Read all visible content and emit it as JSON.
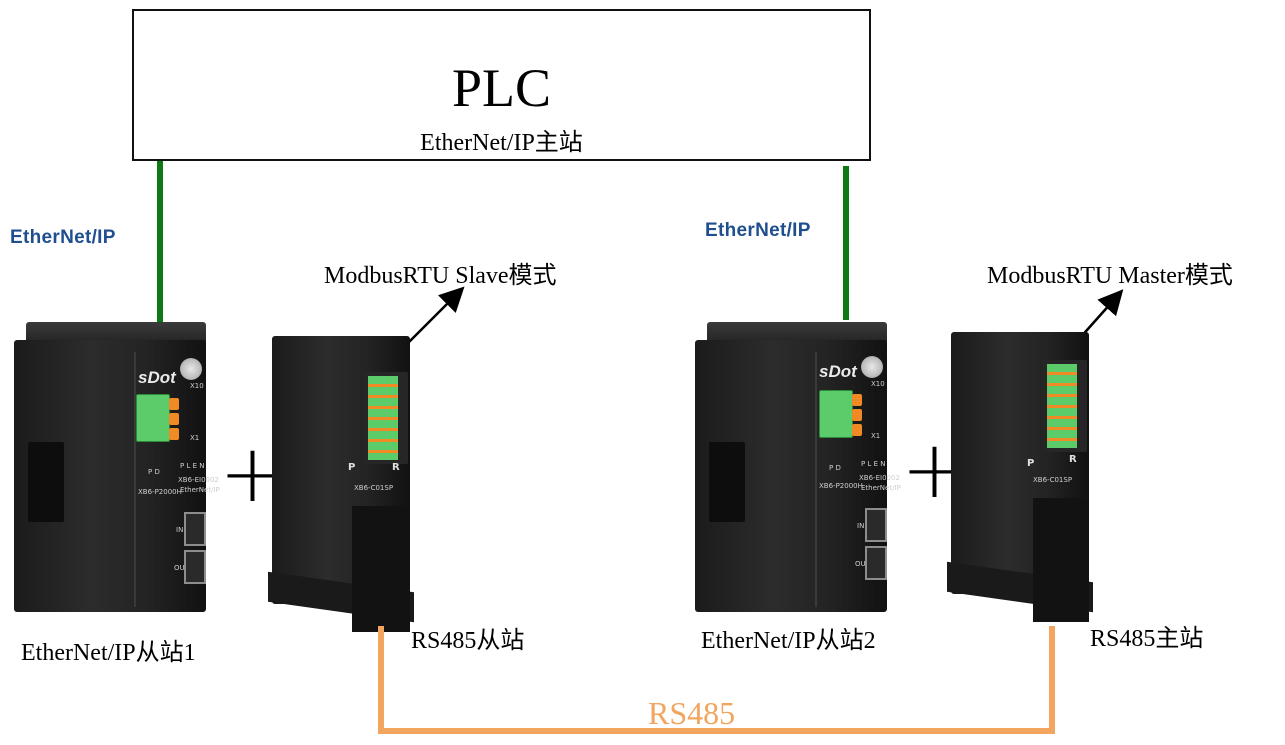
{
  "plc": {
    "title": "PLC",
    "subtitle": "EtherNet/IP主站"
  },
  "logos": {
    "ethernetip_left": "EtherNet/IP",
    "ethernetip_right": "EtherNet/IP"
  },
  "left_group": {
    "mode_label": "ModbusRTU Slave模式",
    "coupler_caption": "EtherNet/IP从站1",
    "module_caption": "RS485从站",
    "coupler": {
      "brand": "sDot",
      "model_power": "XB6-P2000H",
      "model_main": "XB6-EI0002",
      "protocol": "EtherNet/IP",
      "port_in": "IN",
      "port_out": "OUT",
      "led_labels": "P  D",
      "led_labels_main": "P L E N",
      "dial_x10": "X10",
      "dial_x1": "X1"
    },
    "module": {
      "model": "XB6-C01SP",
      "led_p": "P",
      "led_r": "R"
    }
  },
  "right_group": {
    "mode_label": "ModbusRTU Master模式",
    "coupler_caption": "EtherNet/IP从站2",
    "module_caption": "RS485主站",
    "coupler": {
      "brand": "sDot",
      "model_power": "XB6-P2000H",
      "model_main": "XB6-EI0002",
      "protocol": "EtherNet/IP",
      "port_in": "IN",
      "port_out": "OUT",
      "led_labels": "P  D",
      "led_labels_main": "P L E N",
      "dial_x10": "X10",
      "dial_x1": "X1"
    },
    "module": {
      "model": "XB6-C01SP",
      "led_p": "P",
      "led_r": "R"
    }
  },
  "plus_sign": "+",
  "bus": {
    "label": "RS485"
  },
  "colors": {
    "ethernet_cable": "#0b7a14",
    "rs485_bus": "#f2a55f",
    "logo_blue": "#1f4f8f",
    "terminal_green": "#5ccb6a",
    "terminal_orange": "#f08a24"
  }
}
